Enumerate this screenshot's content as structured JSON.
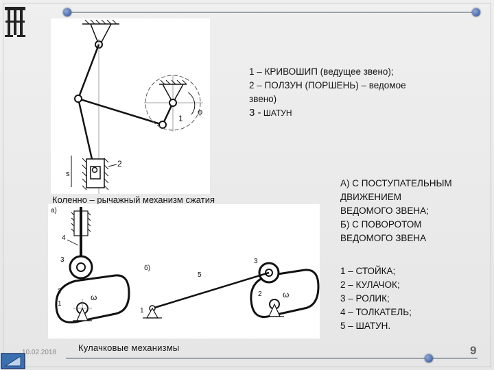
{
  "slide": {
    "legend_top": {
      "line1": "1 – КРИВОШИП (ведущее звено);",
      "line2": "2 – ПОЛЗУН (ПОРШЕНЬ) – ведомое",
      "line3": "звено)",
      "line4_num": "3 -",
      "line4_text": " ШАТУН"
    },
    "caption_top": "Коленно – рычажный механизм сжатия",
    "legend_mid": {
      "line1": "А) С ПОСТУПАТЕЛЬНЫМ",
      "line2": "ДВИЖЕНИЕМ",
      "line3": "ВЕДОМОГО ЗВЕНА;",
      "line4": "Б) С ПОВОРОТОМ",
      "line5": "ВЕДОМОГО ЗВЕНА"
    },
    "legend_bottom": {
      "line1": "1 – СТОЙКА;",
      "line2": "2 – КУЛАЧОК;",
      "line3": "3 – РОЛИК;",
      "line4": "4 – ТОЛКАТЕЛЬ;",
      "line5": "5 – ШАТУН."
    },
    "caption_bottom": "Кулачковые механизмы",
    "date": "10.02.2018",
    "page_number": "9",
    "diagram_labels": {
      "crank_1": "1",
      "slider_2": "2",
      "s": "s",
      "phi": "φ",
      "a": "а)",
      "b": "б)",
      "n1": "1",
      "n2": "2",
      "n3": "3",
      "n4": "4",
      "n3b": "3",
      "n5": "5",
      "n1b": "1",
      "n2b": "2",
      "omega1": "ω",
      "omega2": "ω"
    }
  }
}
